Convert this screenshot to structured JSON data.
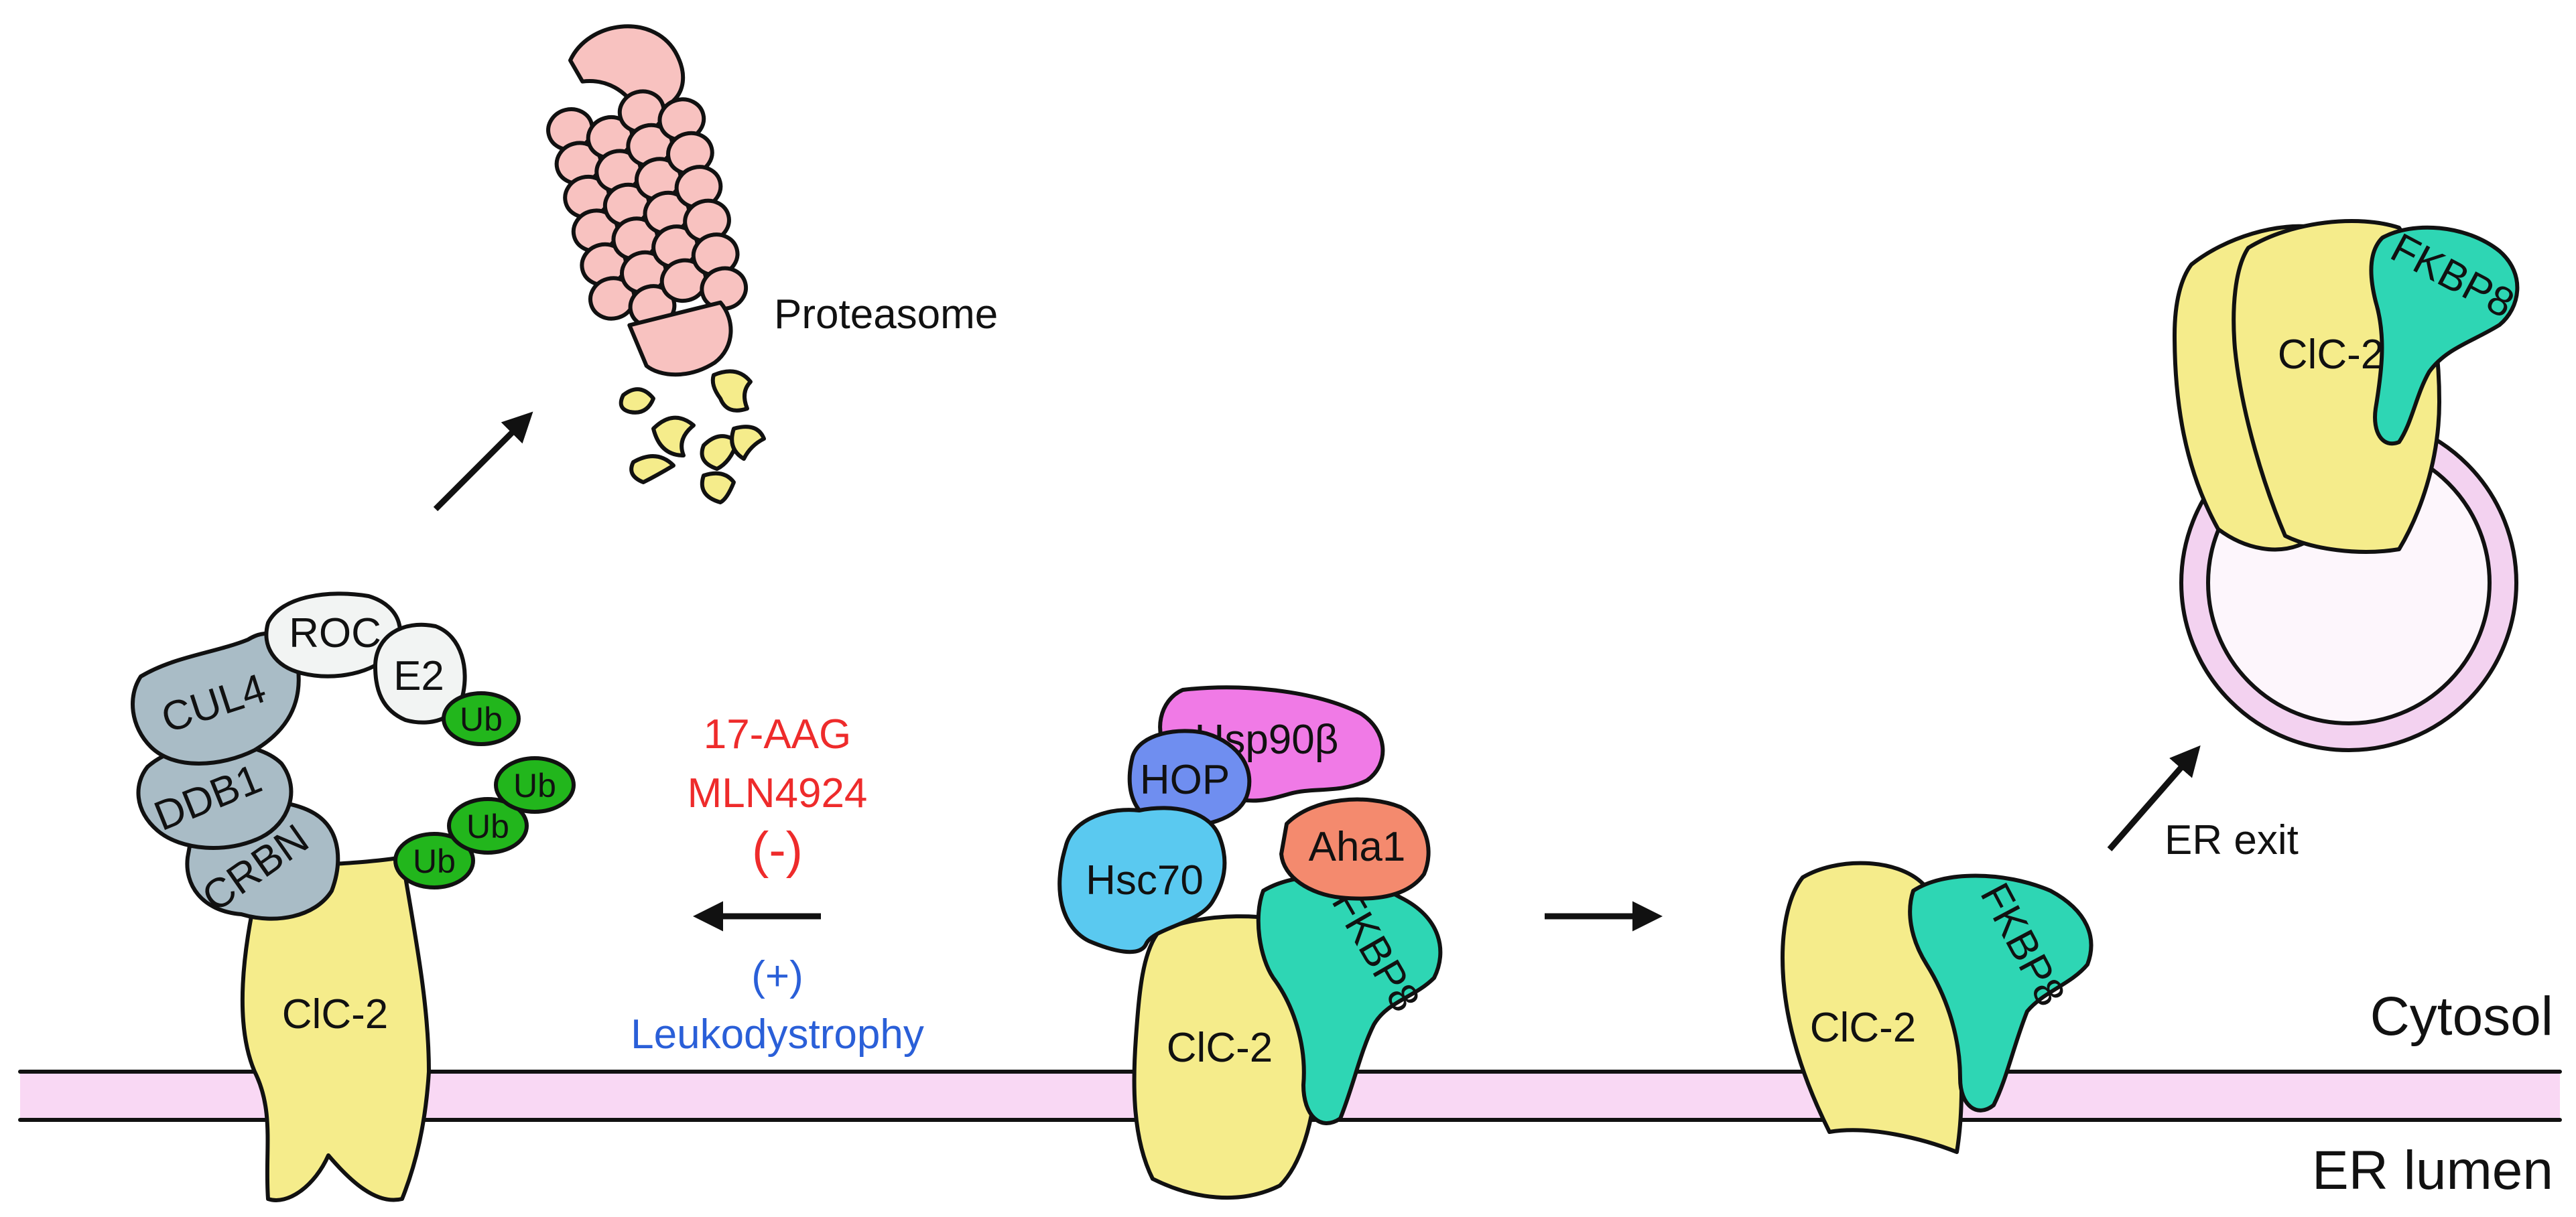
{
  "labels": {
    "proteasome": "Proteasome",
    "cytosol": "Cytosol",
    "er_lumen": "ER lumen",
    "er_exit": "ER exit"
  },
  "proteins": {
    "clc2": "ClC-2",
    "fkbp8": "FKBP8",
    "hsp90b": "Hsp90β",
    "hop": "HOP",
    "hsc70": "Hsc70",
    "aha1": "Aha1",
    "cul4": "CUL4",
    "ddb1": "DDB1",
    "crbn": "CRBN",
    "roc": "ROC",
    "e2": "E2",
    "ub": "Ub"
  },
  "inhibitors": {
    "drug1": "17-AAG",
    "drug2": "MLN4924",
    "sign": "(-)"
  },
  "promoters": {
    "sign": "(+)",
    "condition": "Leukodystrophy"
  },
  "colors": {
    "clc2": "#f5ec8b",
    "fkbp8": "#2ed6b4",
    "hsp90b": "#f07ae6",
    "hop": "#6f8ef0",
    "hsc70": "#5ac9f0",
    "aha1": "#f48a6e",
    "crl_subunits": "#a9bcc6",
    "roc_e2": "#f2f4f3",
    "ubiquitin": "#22b61c",
    "proteasome": "#f8c2c0",
    "fragments": "#f5ec8b",
    "membrane": "#f9d8f4",
    "vesicle": "#f3d2f0",
    "inhibitor_text": "#ee2b2b",
    "promoter_text": "#2a5fd8"
  }
}
